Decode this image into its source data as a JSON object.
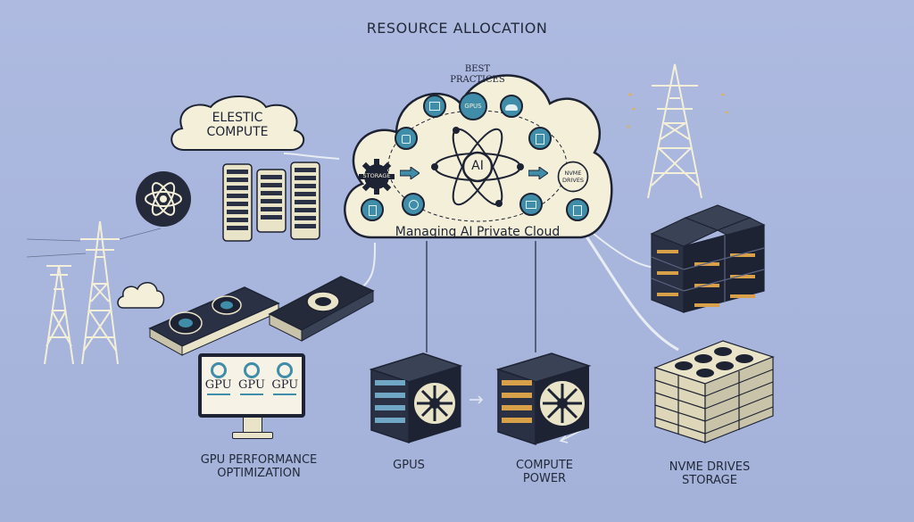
{
  "title": "RESOURCE ALLOCATION",
  "cloud": {
    "main_label": "Managing AI Private Cloud",
    "top_label_line1": "BEST",
    "top_label_line2": "PRACTICES",
    "center_label": "AI",
    "gpus_label": "GPUS",
    "storage_label": "STORAGE",
    "nvme_line1": "NVME",
    "nvme_line2": "DRIVES"
  },
  "elastic": {
    "line1": "ELESTIC",
    "line2": "COMPUTE"
  },
  "monitor": {
    "gpu_labels": [
      "GPU",
      "GPU",
      "GPU"
    ]
  },
  "captions": {
    "gpu_perf_line1": "GPU PERFORMANCE",
    "gpu_perf_line2": "OPTIMIZATION",
    "gpus": "GPUS",
    "compute_line1": "COMPUTE",
    "compute_line2": "POWER",
    "nvme_line1": "NVME DRIVES",
    "nvme_line2": "STORAGE"
  },
  "colors": {
    "background": "#a9b6dd",
    "cloud_fill": "#f3efd9",
    "icon_teal": "#3f8da8",
    "dark_navy": "#1d2333"
  }
}
